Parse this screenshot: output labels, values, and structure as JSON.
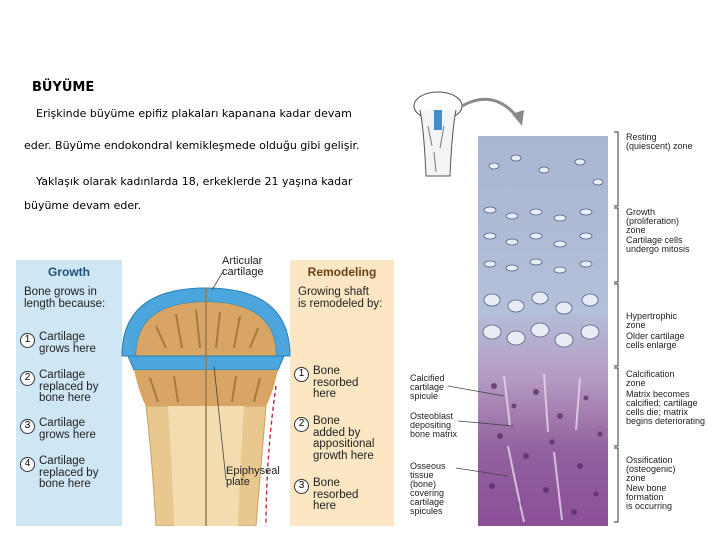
{
  "slide": {
    "title": "BÜYÜME",
    "para1": "Erişkinde büyüme epifiz plakaları kapanana kadar devam",
    "para2": "eder. Büyüme endokondral kemikleşmede olduğu gibi gelişir.",
    "para3": "Yaklaşık olarak kadınlarda 18, erkeklerde 21 yaşına kadar",
    "para4": "büyüme devam eder."
  },
  "bone_figure": {
    "growth_title": "Growth",
    "growth_sub": "Bone grows in\nlength because:",
    "growth_steps": [
      {
        "num": "1",
        "text": "Cartilage\ngrows here"
      },
      {
        "num": "2",
        "text": "Cartilage\nreplaced by\nbone here"
      },
      {
        "num": "3",
        "text": "Cartilage\ngrows here"
      },
      {
        "num": "4",
        "text": "Cartilage\nreplaced by\nbone here"
      }
    ],
    "remodel_title": "Remodeling",
    "remodel_sub": "Growing shaft\nis remodeled by:",
    "remodel_steps": [
      {
        "num": "1",
        "text": "Bone\nresorbed\nhere"
      },
      {
        "num": "2",
        "text": "Bone\nadded by\nappositional\ngrowth here"
      },
      {
        "num": "3",
        "text": "Bone\nresorbed\nhere"
      }
    ],
    "articular_label": "Articular\ncartilage",
    "epiphyseal_label": "Epiphyseal\nplate",
    "colors": {
      "cartilage": "#4aa6dc",
      "bone": "#e8c88f",
      "spongy": "#d9a564",
      "growth_panel": "#cfe6f4",
      "remodel_panel": "#fbe7c4"
    }
  },
  "micrograph": {
    "zones": [
      {
        "title": "Resting\n(quiescent) zone",
        "desc": ""
      },
      {
        "title": "Growth\n(proliferation)\nzone",
        "desc": "Cartilage cells\nundergo mitosis"
      },
      {
        "title": "Hypertrophic\nzone",
        "desc": "Older cartilage\ncells enlarge"
      },
      {
        "title": "Calcification\nzone",
        "desc": "Matrix becomes\ncalcified; cartilage\ncells die; matrix\nbegins deteriorating"
      },
      {
        "title": "Ossification\n(osteogenic)\nzone",
        "desc": "New bone\nformation\nis occurring"
      }
    ],
    "left_labels": [
      "Calcified\ncartilage\nspicule",
      "Osteoblast\ndepositing\nbone matrix",
      "Osseous\ntissue\n(bone)\ncovering\ncartilage\nspicules"
    ],
    "colors": {
      "tissue_top": "#aab7d2",
      "tissue_bottom": "#8a4f97"
    }
  }
}
